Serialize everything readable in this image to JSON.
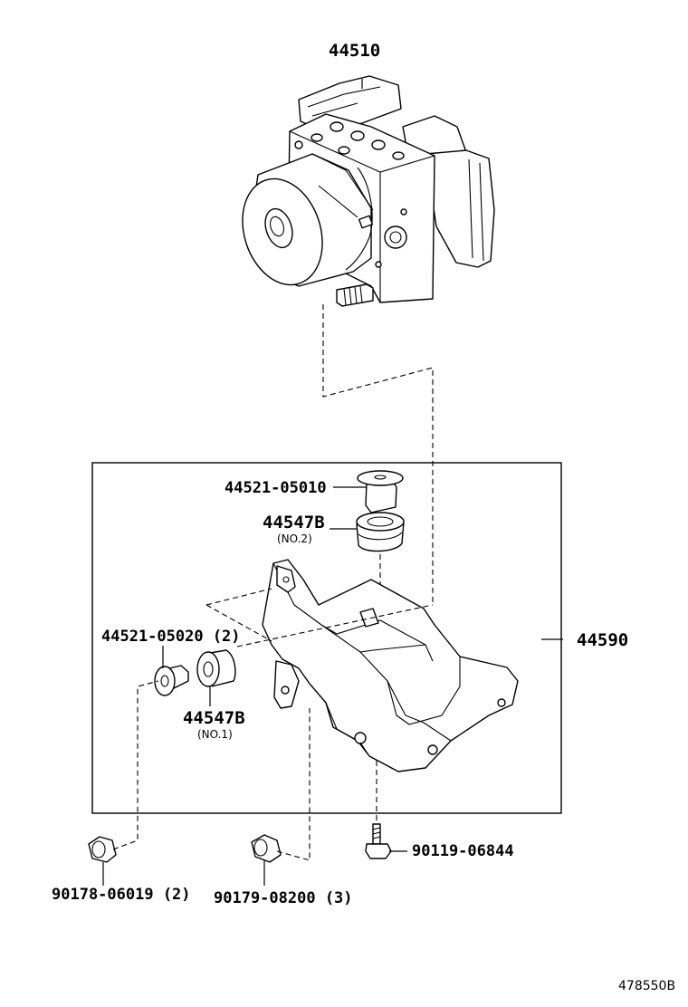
{
  "labels": {
    "actuator": "44510",
    "bolt_top": "44521-05010",
    "cushion_top": "44547B",
    "cushion_top_sub": "(NO.2)",
    "bolt_side": "44521-05020 (2)",
    "cushion_side": "44547B",
    "cushion_side_sub": "(NO.1)",
    "bracket": "44590",
    "bolt_bottom": "90119-06844",
    "nut_left": "90178-06019 (2)",
    "nut_mid": "90179-08200 (3)"
  },
  "footer": {
    "ref_code": "478550B"
  }
}
